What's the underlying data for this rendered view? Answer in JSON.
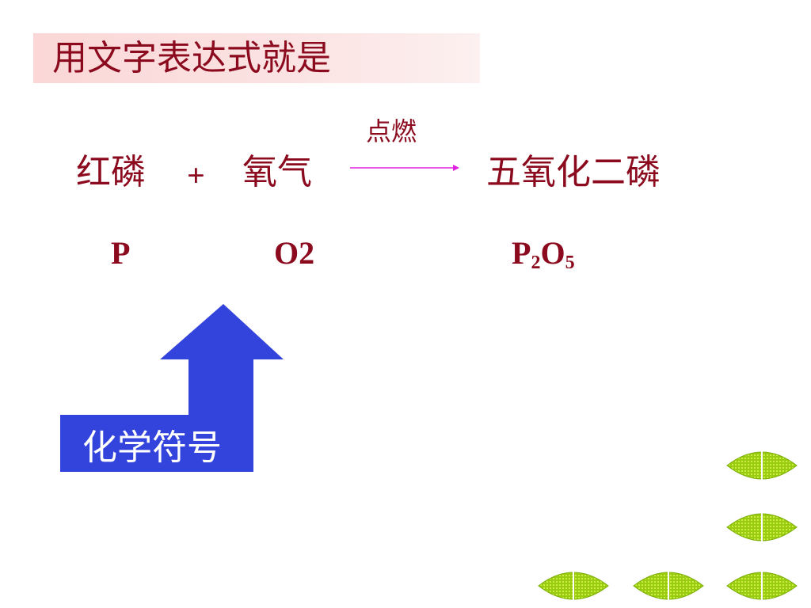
{
  "title": "用文字表达式就是",
  "equation": {
    "reactant1": "红磷",
    "plus": "+",
    "reactant2": "氧气",
    "condition": "点燃",
    "product": "五氧化二磷"
  },
  "formulas": {
    "reactant1": "P",
    "reactant2_element": "O",
    "reactant2_count": "2",
    "product_el1": "P",
    "product_sub1": "2",
    "product_el2": "O",
    "product_sub2": "5"
  },
  "arrow_label": "化学符号",
  "colors": {
    "text_red": "#8b0a1e",
    "title_bg": "#fbdcdc",
    "arrow_blue": "#3344dd",
    "reaction_arrow": "#e020e0",
    "leaf_green": "#99cc11"
  },
  "icons": {
    "reaction_arrow": "right-arrow-icon",
    "pointer": "up-arrow-icon",
    "nav": "leaf-nav-icon"
  }
}
